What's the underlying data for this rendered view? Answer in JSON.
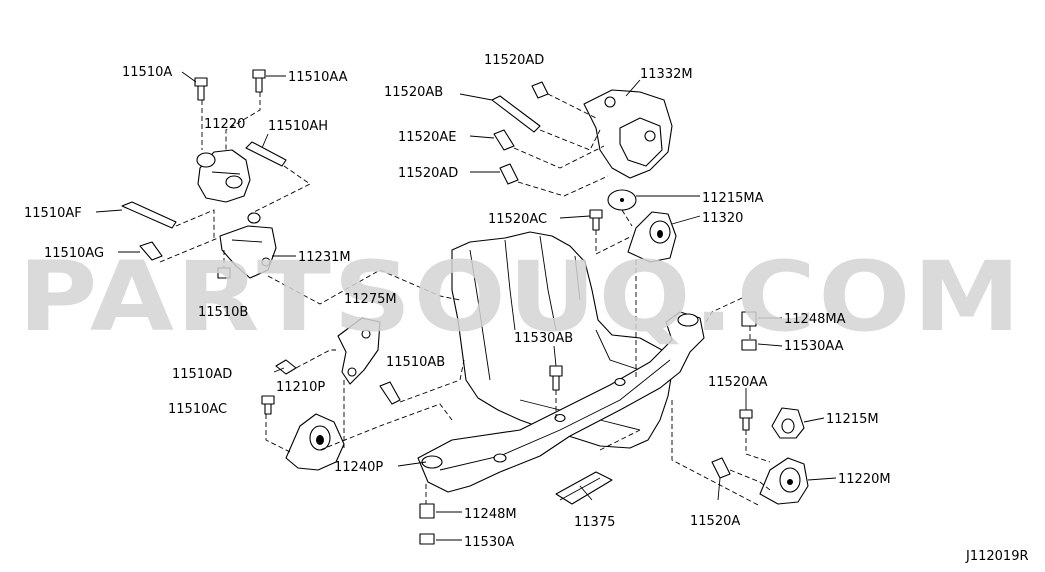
{
  "watermark": "PARTSOUQ.COM",
  "diagram_code": "J112019R",
  "callouts": {
    "c11510A": "11510A",
    "c11510AA": "11510AA",
    "c11220": "11220",
    "c11510AH": "11510AH",
    "c11510AF": "11510AF",
    "c11510AG": "11510AG",
    "c11231M": "11231M",
    "c11510B": "11510B",
    "c11275M": "11275M",
    "c11510AD": "11510AD",
    "c11510AB": "11510AB",
    "c11210P": "11210P",
    "c11510AC": "11510AC",
    "c11240P": "11240P",
    "c11248M": "11248M",
    "c11530A": "11530A",
    "c11375": "11375",
    "c11530AB": "11530AB",
    "c11520AD_top": "11520AD",
    "c11520AB": "11520AB",
    "c11332M": "11332M",
    "c11520AE": "11520AE",
    "c11520AD_mid": "11520AD",
    "c11215MA": "11215MA",
    "c11520AC": "11520AC",
    "c11320": "11320",
    "c11248MA": "11248MA",
    "c11530AA": "11530AA",
    "c11520AA": "11520AA",
    "c11215M": "11215M",
    "c11220M": "11220M",
    "c11520A": "11520A"
  }
}
